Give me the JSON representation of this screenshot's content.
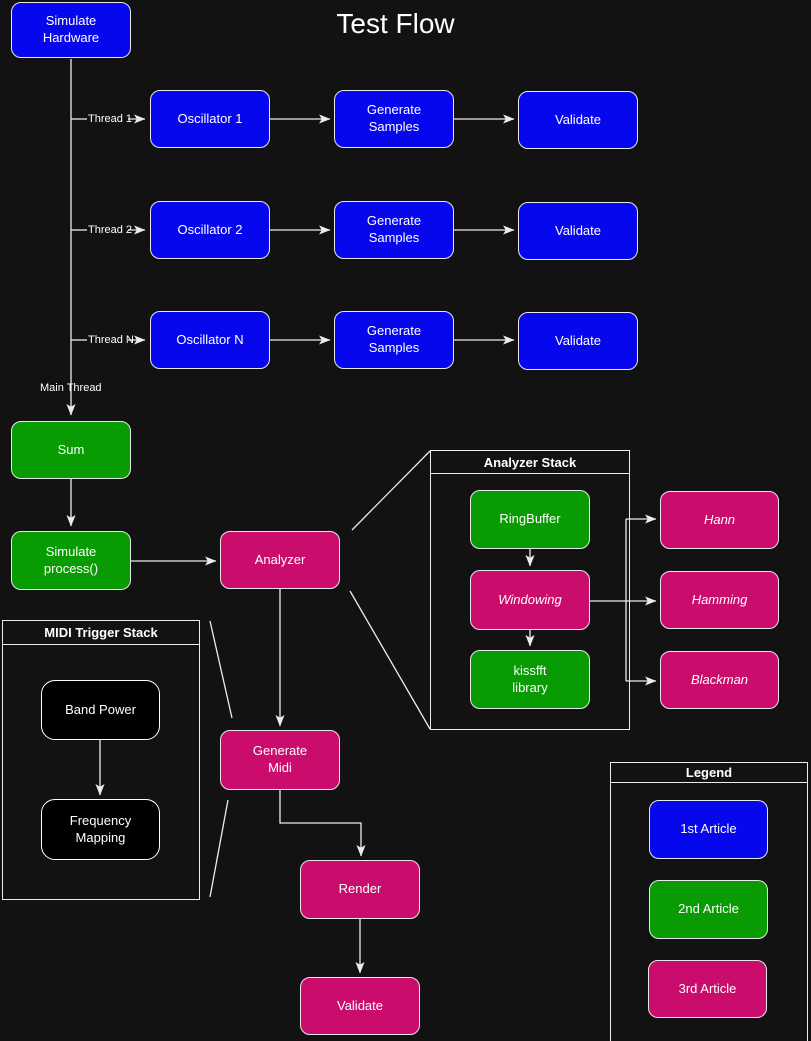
{
  "title": "Test Flow",
  "colors": {
    "background": "#121212",
    "node_blue": "#0707ee",
    "node_green": "#089c02",
    "node_pink": "#ca0c6c",
    "node_black": "#000000",
    "connector": "#ececec",
    "text": "#ffffff"
  },
  "labels": {
    "thread_1": "Thread 1",
    "thread_2": "Thread 2",
    "thread_n": "Thread N",
    "main_thread": "Main Thread"
  },
  "containers": {
    "analyzer_stack": "Analyzer Stack",
    "midi_trigger_stack": "MIDI Trigger Stack",
    "legend": "Legend"
  },
  "nodes": {
    "simulate_hardware": "Simulate\nHardware",
    "oscillator_1": "Oscillator 1",
    "oscillator_2": "Oscillator 2",
    "oscillator_n": "Oscillator N",
    "generate_samples_1": "Generate\nSamples",
    "generate_samples_2": "Generate\nSamples",
    "generate_samples_3": "Generate\nSamples",
    "validate_1": "Validate",
    "validate_2": "Validate",
    "validate_3": "Validate",
    "sum": "Sum",
    "simulate_process": "Simulate\nprocess()",
    "analyzer": "Analyzer",
    "ringbuffer": "RingBuffer",
    "windowing": "Windowing",
    "kissfft_library": "kissfft\nlibrary",
    "hann": "Hann",
    "hamming": "Hamming",
    "blackman": "Blackman",
    "band_power": "Band Power",
    "frequency_mapping": "Frequency\nMapping",
    "generate_midi": "Generate\nMidi",
    "render": "Render",
    "validate_final": "Validate",
    "legend_1st": "1st Article",
    "legend_2nd": "2nd Article",
    "legend_3rd": "3rd Article"
  }
}
